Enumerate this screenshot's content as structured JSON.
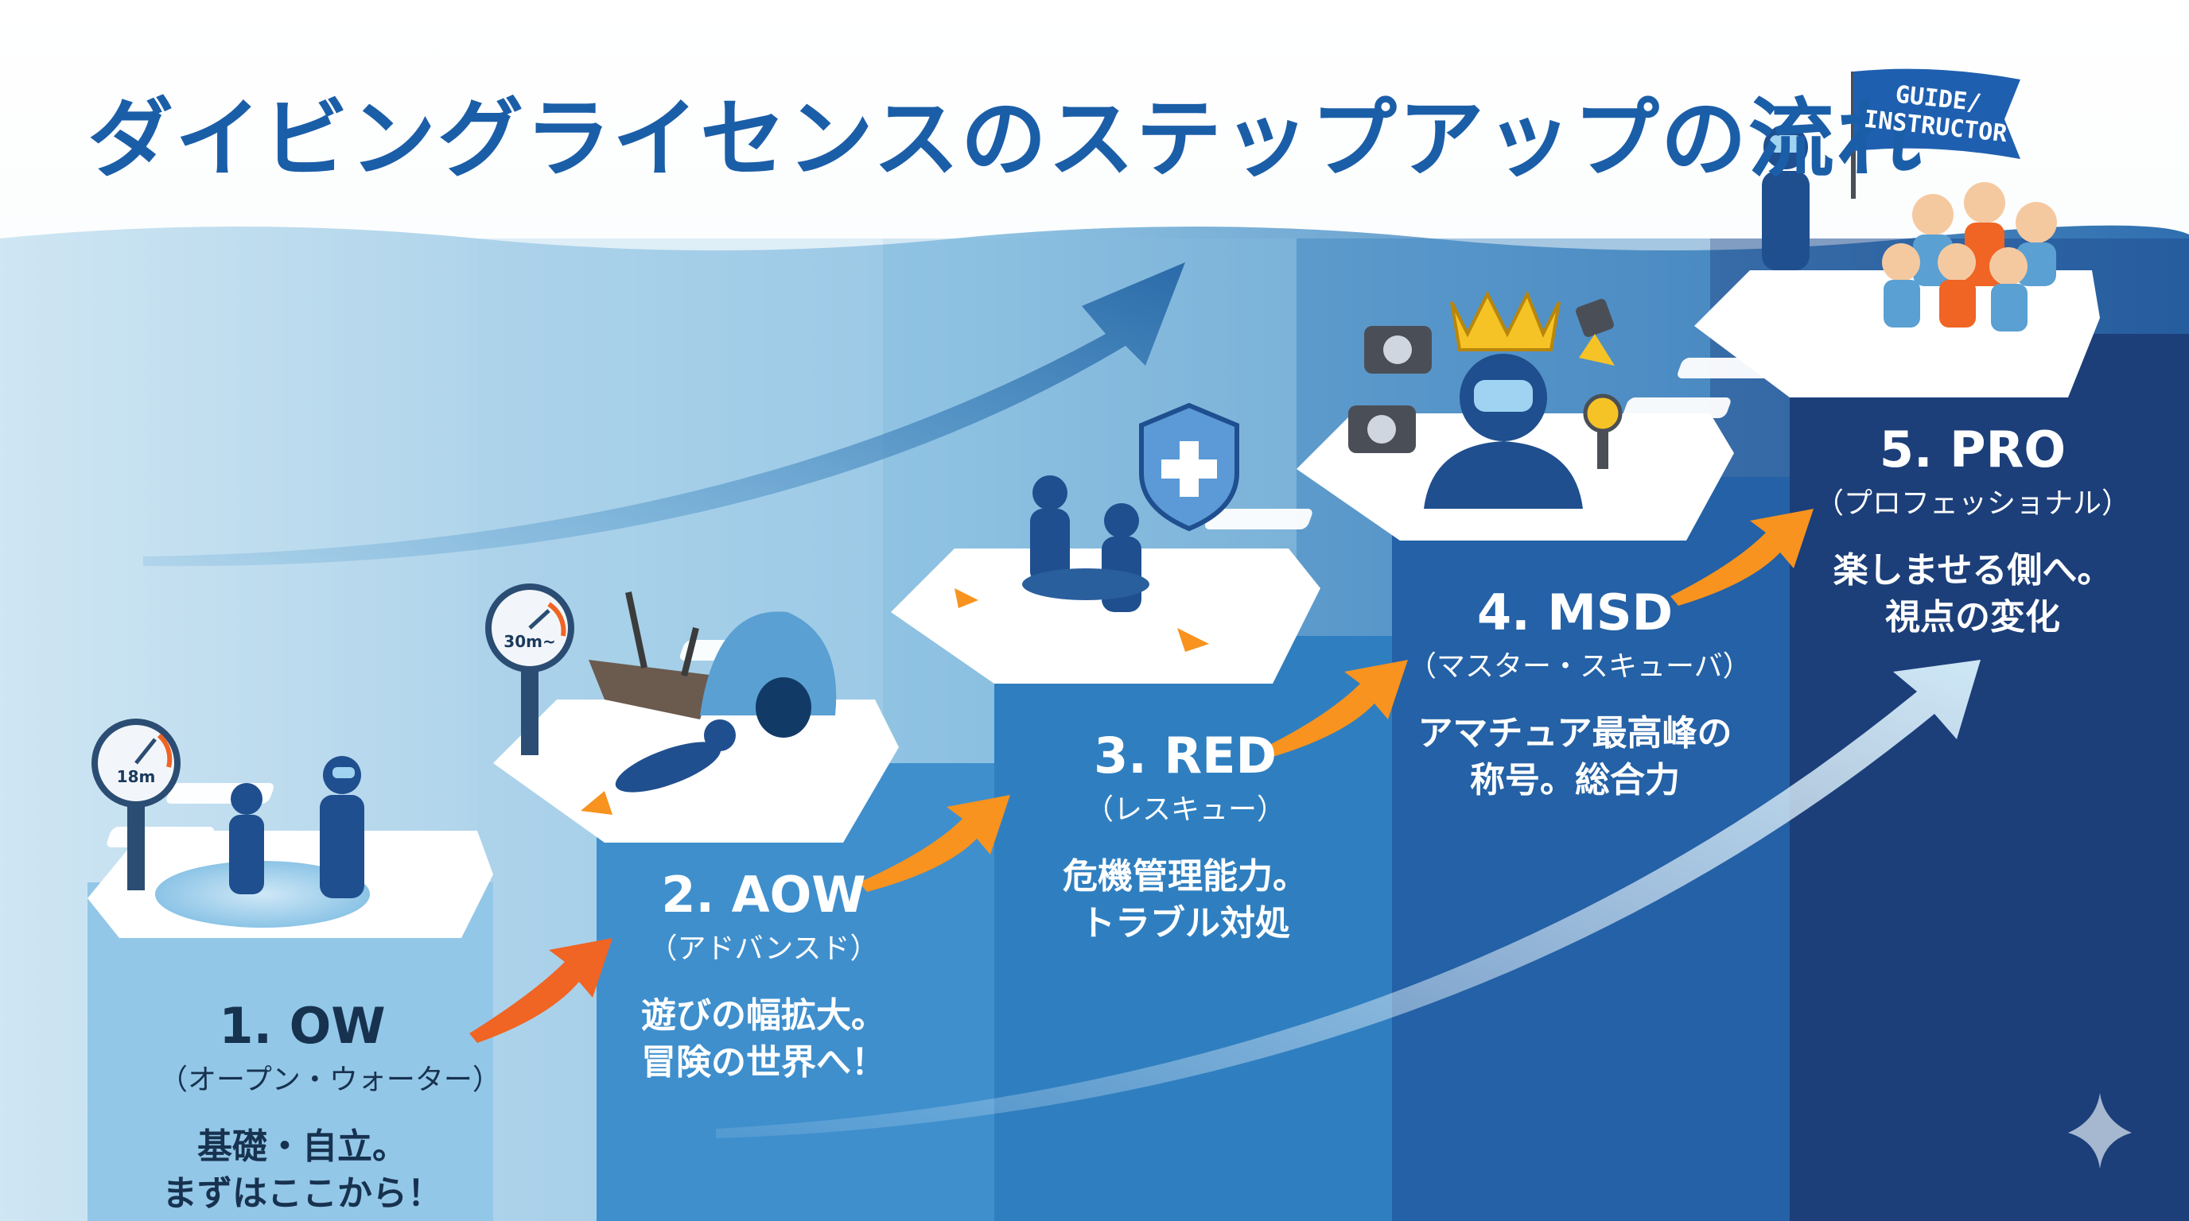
{
  "title": "ダイビングライセンスのステップアップの流れ",
  "flag": {
    "line1": "GUIDE/",
    "line2": "INSTRUCTOR"
  },
  "gauges": {
    "step1": "18m",
    "step2": "30m~"
  },
  "steps": [
    {
      "name": "1. OW",
      "sub": "（オープン・ウォーター）",
      "desc1": "基礎・自立。",
      "desc2": "まずはここから！"
    },
    {
      "name": "2. AOW",
      "sub": "（アドバンスド）",
      "desc1": "遊びの幅拡大。",
      "desc2": "冒険の世界へ！"
    },
    {
      "name": "3. RED",
      "sub": "（レスキュー）",
      "desc1": "危機管理能力。",
      "desc2": "トラブル対処"
    },
    {
      "name": "4. MSD",
      "sub": "（マスター・スキューバ）",
      "desc1": "アマチュア最高峰の",
      "desc2": "称号。総合力"
    },
    {
      "name": "5. PRO",
      "sub": "（プロフェッショナル）",
      "desc1": "楽しませる側へ。",
      "desc2": "視点の変化"
    }
  ],
  "colors": {
    "title": "#1b5ea8",
    "arrow_orange": "#f7931e",
    "arrow_red": "#f06424",
    "deep_blue": "#1f4f8f"
  }
}
